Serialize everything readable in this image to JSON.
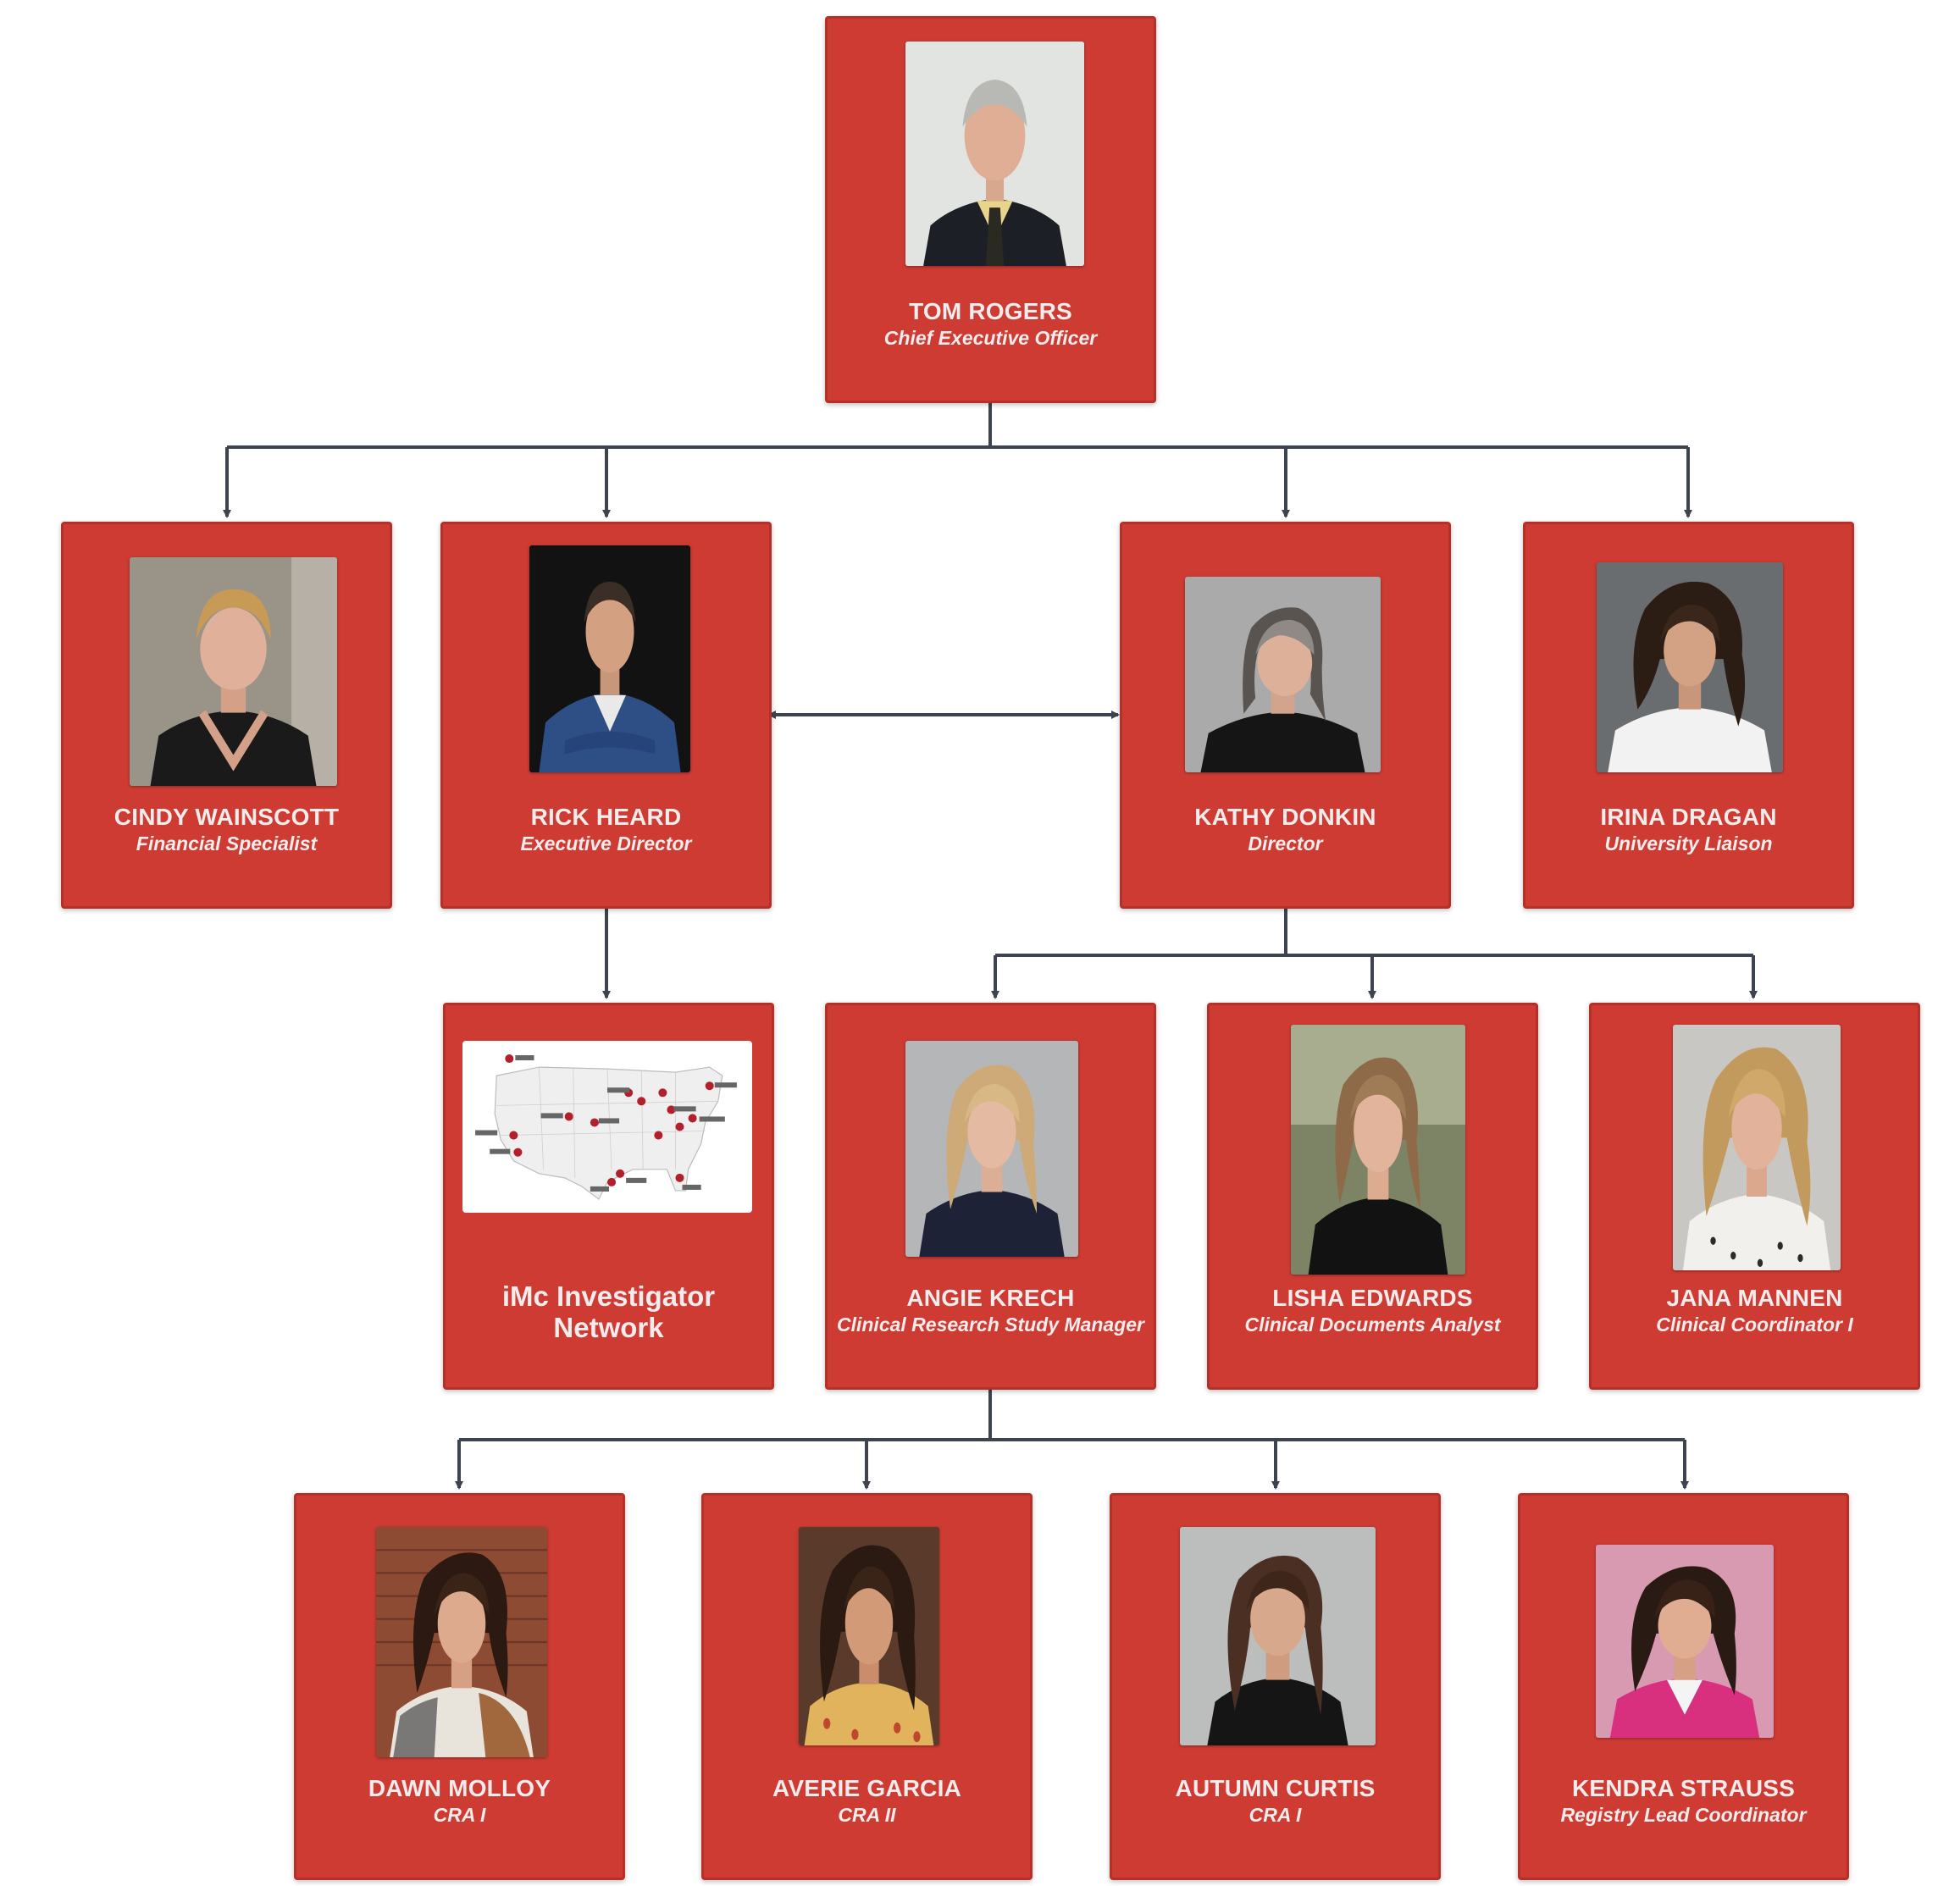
{
  "colors": {
    "card_fill": "#cd3b33",
    "text": "#f3ecec",
    "connector": "#3d4450",
    "background": "#ffffff"
  },
  "people": {
    "ceo": {
      "name": "TOM ROGERS",
      "title": "Chief Executive Officer"
    },
    "cindy": {
      "name": "CINDY WAINSCOTT",
      "title": "Financial Specialist"
    },
    "rick": {
      "name": "RICK HEARD",
      "title": "Executive Director"
    },
    "kathy": {
      "name": "KATHY DONKIN",
      "title": "Director"
    },
    "irina": {
      "name": "IRINA DRAGAN",
      "title": "University Liaison"
    },
    "angie": {
      "name": "ANGIE KRECH",
      "title": "Clinical Research Study Manager"
    },
    "lisha": {
      "name": "LISHA EDWARDS",
      "title": "Clinical Documents Analyst"
    },
    "jana": {
      "name": "JANA MANNEN",
      "title": "Clinical Coordinator I"
    },
    "dawn": {
      "name": "DAWN MOLLOY",
      "title": "CRA I"
    },
    "averie": {
      "name": "AVERIE GARCIA",
      "title": "CRA II"
    },
    "autumn": {
      "name": "AUTUMN CURTIS",
      "title": "CRA I"
    },
    "kendra": {
      "name": "KENDRA STRAUSS",
      "title": "Registry Lead Coordinator"
    }
  },
  "network": {
    "line1": "iMc Investigator",
    "line2": "Network",
    "map_icon": "us-map-with-pins"
  }
}
